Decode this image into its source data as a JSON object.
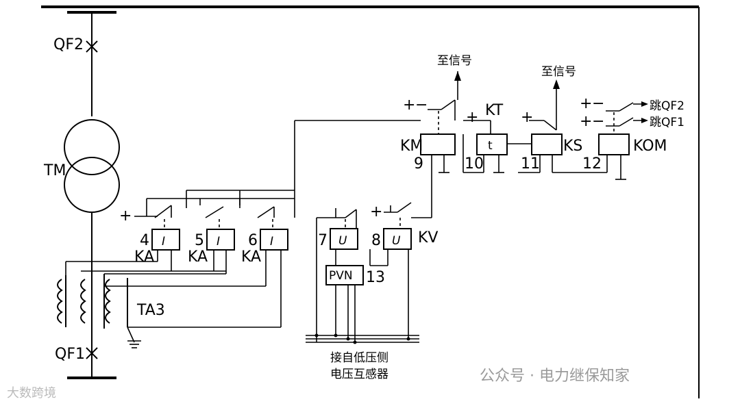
{
  "labels": {
    "qf2": "QF2",
    "tm": "TM",
    "ta3": "TA3",
    "qf1": "QF1",
    "ka": "KA",
    "kv": "KV",
    "km": "KM",
    "kt": "KT",
    "ks": "KS",
    "kom": "KOM",
    "pvn": "PVN",
    "relay_I": "I",
    "relay_U": "U",
    "relay_t": "t"
  },
  "numbers": {
    "n4": "4",
    "n5": "5",
    "n6": "6",
    "n7": "7",
    "n8": "8",
    "n9": "9",
    "n10": "10",
    "n11": "11",
    "n12": "12",
    "n13": "13"
  },
  "polarity": {
    "plus": "+",
    "minus": "−"
  },
  "signals": {
    "to_signal_1": "至信号",
    "to_signal_2": "至信号",
    "trip_qf2": "跳QF2",
    "trip_qf1": "跳QF1"
  },
  "caption": {
    "line1": "接自低压侧",
    "line2": "电压互感器"
  },
  "watermarks": {
    "left": "大数跨境",
    "right": "公众号 · 电力继保知家"
  }
}
